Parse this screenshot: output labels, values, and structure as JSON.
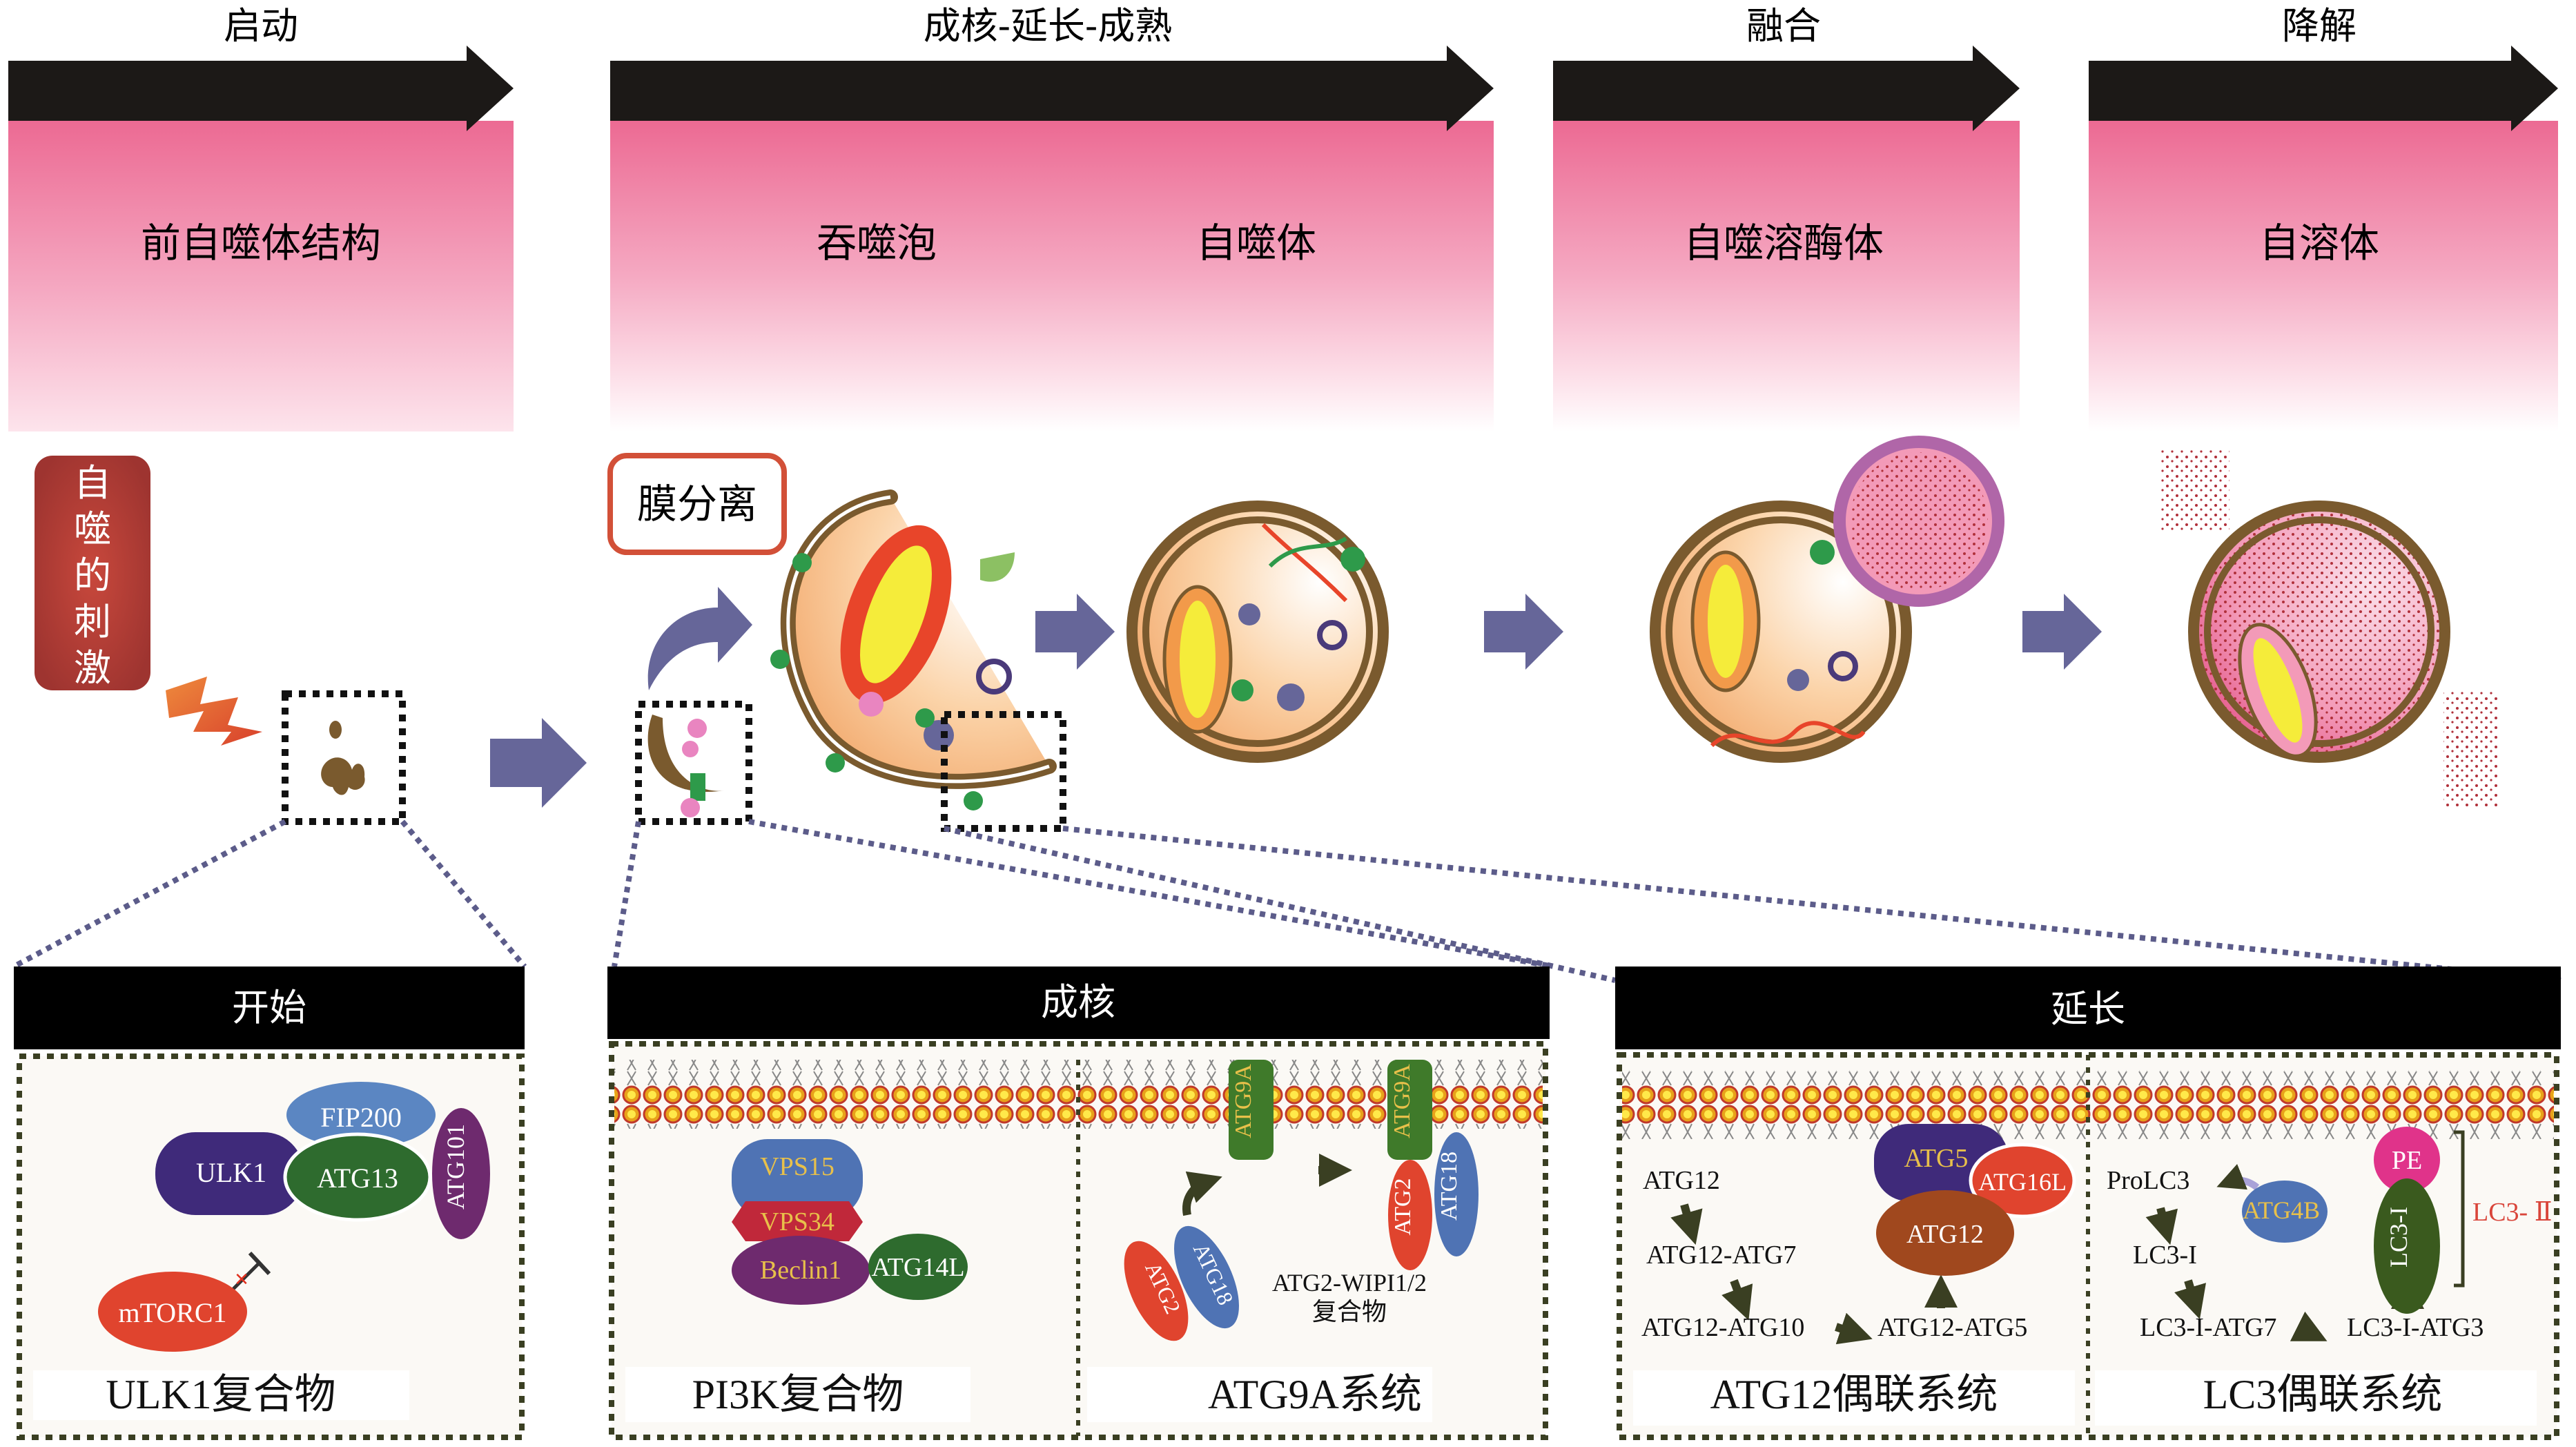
{
  "stages": [
    {
      "title": "启动",
      "labels": [
        "前自噬体结构"
      ]
    },
    {
      "title": "成核-延长-成熟",
      "labels": [
        "吞噬泡",
        "自噬体"
      ]
    },
    {
      "title": "融合",
      "labels": [
        "自噬溶酶体"
      ]
    },
    {
      "title": "降解",
      "labels": [
        "自溶体"
      ]
    }
  ],
  "stimulus_label": [
    "自",
    "噬",
    "的",
    "刺",
    "激"
  ],
  "membrane_separation_label": "膜分离",
  "panels": {
    "initiation": {
      "title": "开始",
      "proteins": {
        "fip200": "FIP200",
        "ulk1": "ULK1",
        "atg13": "ATG13",
        "atg101": "ATG101",
        "mtorc1": "mTORC1"
      },
      "caption": "ULK1复合物"
    },
    "nucleation": {
      "title": "成核",
      "pi3k": {
        "vps15": "VPS15",
        "vps34": "VPS34",
        "beclin1": "Beclin1",
        "atg14l": "ATG14L",
        "caption": "PI3K复合物"
      },
      "atg9a": {
        "atg9a": "ATG9A",
        "atg2": "ATG2",
        "atg18": "ATG18",
        "complex_label": "ATG2-WIPI1/2",
        "complex_suffix": "复合物",
        "caption": "ATG9A系统"
      }
    },
    "elongation": {
      "title": "延长",
      "atg12": {
        "steps": [
          "ATG12",
          "ATG12-ATG7",
          "ATG12-ATG10",
          "ATG12-ATG5"
        ],
        "proteins": {
          "atg5": "ATG5",
          "atg16l": "ATG16L",
          "atg12": "ATG12"
        },
        "caption": "ATG12偶联系统"
      },
      "lc3": {
        "steps": [
          "ProLC3",
          "LC3-I",
          "LC3-I-ATG7",
          "LC3-I-ATG3"
        ],
        "proteins": {
          "atg4b": "ATG4B",
          "pe": "PE",
          "lc3i": "LC3-I",
          "lc3ii": "LC3- Ⅱ"
        },
        "caption": "LC3偶联系统"
      }
    }
  },
  "colors": {
    "stage_pink_top": "#ec6a93",
    "stage_pink_bottom": "#fde4ec",
    "flow_arrow": "#666699",
    "membrane_brown": "#7a5a2e",
    "stimulus_box": "#a8362e",
    "lc3ii_red": "#d9453a"
  }
}
